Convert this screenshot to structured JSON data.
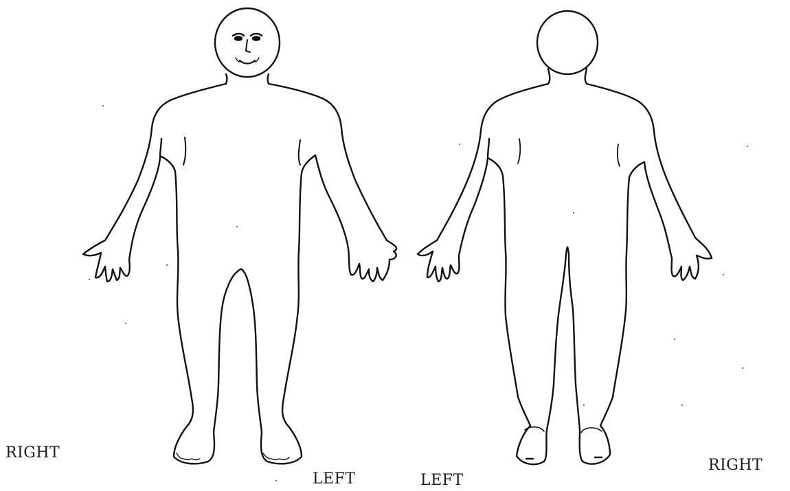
{
  "figures": {
    "front": {
      "right_label": "RIGHT",
      "left_label": "LEFT"
    },
    "back": {
      "left_label": "LEFT",
      "right_label": "RIGHT"
    }
  },
  "colors": {
    "outline": "#111111",
    "background": "#ffffff",
    "label": "#1a1a1a"
  }
}
